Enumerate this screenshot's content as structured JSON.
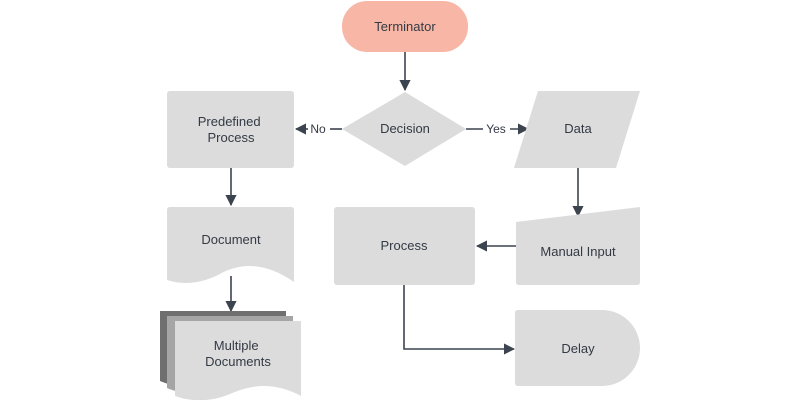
{
  "colors": {
    "terminator": "#f8b7a6",
    "shape": "#dcdcdc",
    "stack_back": "#6f6f6f",
    "stack_mid": "#a5a5a5",
    "edge": "#3c4450",
    "text": "#333a44"
  },
  "nodes": {
    "terminator": "Terminator",
    "decision": "Decision",
    "predefined_process": [
      "Predefined",
      "Process"
    ],
    "data": "Data",
    "document": "Document",
    "process": "Process",
    "manual_input": "Manual Input",
    "multiple_documents": [
      "Multiple",
      "Documents"
    ],
    "delay": "Delay"
  },
  "edges": {
    "no_label": "No",
    "yes_label": "Yes"
  }
}
